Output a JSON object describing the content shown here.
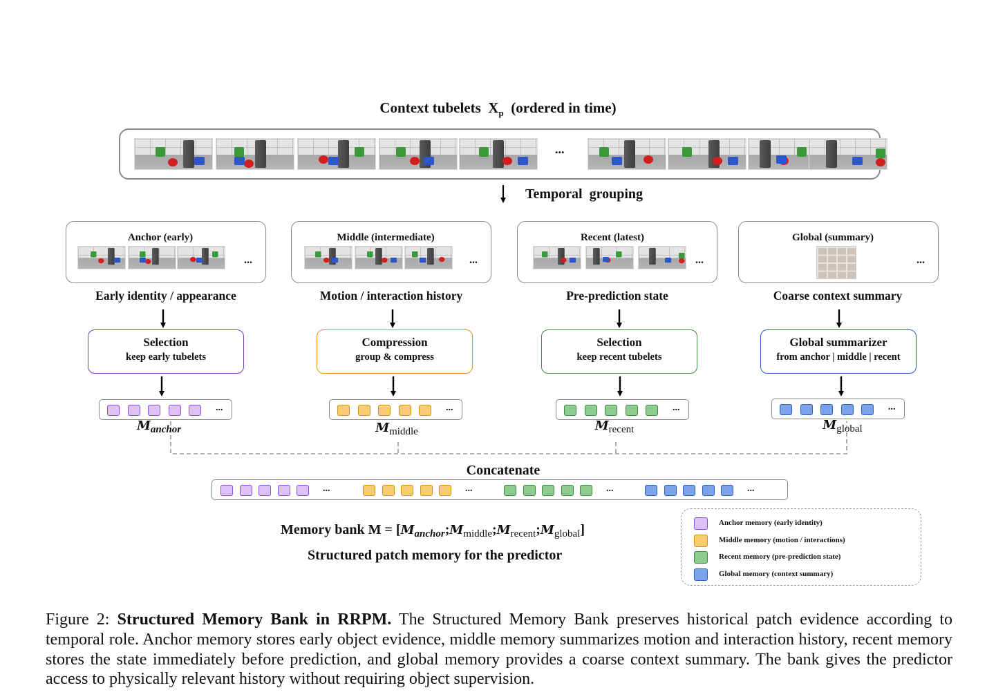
{
  "header": {
    "title_prefix": "Context tubelets",
    "title_var": "X",
    "title_sub": "p",
    "title_suffix": "(ordered in time)"
  },
  "strip": {
    "ellipsis": "..."
  },
  "grouping": {
    "label": "Temporal  grouping"
  },
  "groups": [
    {
      "title": "Anchor (early)",
      "desc": "Early identity / appearance",
      "dots": "...",
      "op_title": "Selection",
      "op_sub": "keep early tubelets",
      "op_color": "#7a3fb8",
      "mem_var": "M",
      "mem_sub": "anchor",
      "mem_dots": "..."
    },
    {
      "title": "Middle (intermediate)",
      "desc": "Motion / interaction history",
      "dots": "...",
      "op_title": "Compression",
      "op_sub": "group & compress",
      "op_color": "#e6951e",
      "mem_var": "M",
      "mem_sub": "middle",
      "mem_dots": "..."
    },
    {
      "title": "Recent (latest)",
      "desc": "Pre-prediction state",
      "dots": "...",
      "op_title": "Selection",
      "op_sub": "keep recent tubelets",
      "op_color": "#3d8a3d",
      "mem_var": "M",
      "mem_sub": "recent",
      "mem_dots": "..."
    },
    {
      "title": "Global (summary)",
      "desc": "Coarse context summary",
      "dots": "...",
      "op_title": "Global summarizer",
      "op_sub": "from anchor | middle | recent",
      "op_color": "#2d5cc0",
      "mem_var": "M",
      "mem_sub": "global",
      "mem_dots": "..."
    }
  ],
  "concat": {
    "label": "Concatenate",
    "dots": "..."
  },
  "bank": {
    "prefix": "Memory bank M = [",
    "var": "M",
    "subs": [
      "anchor",
      "middle",
      "recent",
      "global"
    ],
    "sep": ";",
    "suffix": "]",
    "subtitle": "Structured patch memory for the predictor"
  },
  "legend": [
    {
      "label": "Anchor memory (early identity)",
      "color": "#dcc2f8"
    },
    {
      "label": "Middle memory (motion / interactions)",
      "color": "#f8cc70"
    },
    {
      "label": "Recent memory (pre-prediction state)",
      "color": "#8ecb8e"
    },
    {
      "label": "Global memory (context summary)",
      "color": "#7aa3ea"
    }
  ],
  "caption": {
    "fig": "Figure 2:",
    "bold": "Structured Memory Bank in RRPM.",
    "text": "The Structured Memory Bank preserves historical patch evidence according to temporal role. Anchor memory stores early object evidence, middle memory summarizes motion and interaction history, recent memory stores the state immediately before prediction, and global memory provides a coarse context summary. The bank gives the predictor access to physically relevant history without requiring object supervision."
  }
}
